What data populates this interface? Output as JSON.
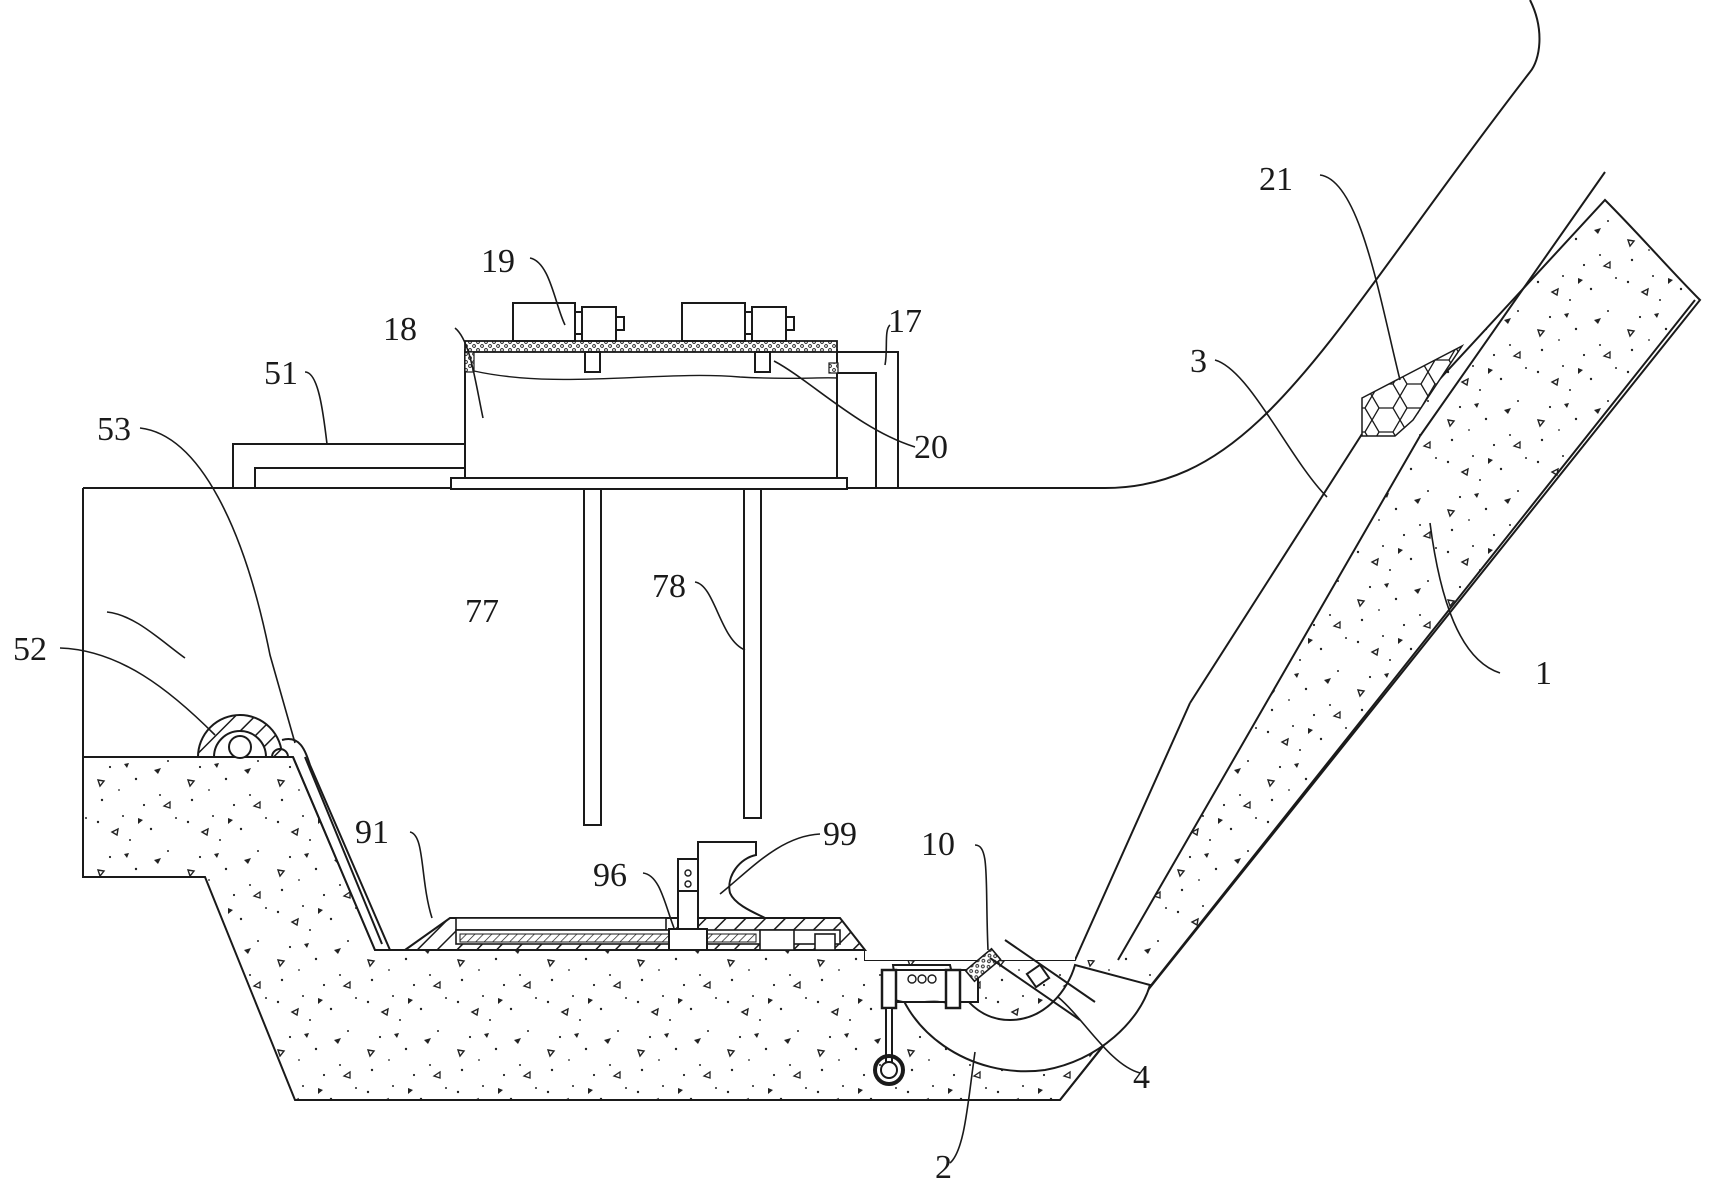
{
  "figure": {
    "type": "patent cross-section drawing",
    "colors": {
      "ink": "#1a1a1a",
      "paper": "#ffffff"
    }
  },
  "labels": [
    {
      "id": "1",
      "text": "1",
      "part": "concrete-slope-lining"
    },
    {
      "id": "2",
      "text": "2",
      "part": "curved-drain-pipe"
    },
    {
      "id": "3",
      "text": "3",
      "part": "inclined-channel"
    },
    {
      "id": "4",
      "text": "4",
      "part": "branch-pipe"
    },
    {
      "id": "10",
      "text": "10",
      "part": "filter-screen"
    },
    {
      "id": "17",
      "text": "17",
      "part": "vertical-pipe"
    },
    {
      "id": "18",
      "text": "18",
      "part": "control-box"
    },
    {
      "id": "19",
      "text": "19",
      "part": "motor"
    },
    {
      "id": "20",
      "text": "20",
      "part": "coupling-block"
    },
    {
      "id": "21",
      "text": "21",
      "part": "gravel-filter"
    },
    {
      "id": "51",
      "text": "51",
      "part": "horizontal-pipe"
    },
    {
      "id": "52",
      "text": "52",
      "part": "pipe-clamp"
    },
    {
      "id": "53",
      "text": "53",
      "part": "hose"
    },
    {
      "id": "77",
      "text": "77",
      "part": "probe-rod-left"
    },
    {
      "id": "78",
      "text": "78",
      "part": "probe-rod-right"
    },
    {
      "id": "91",
      "text": "91",
      "part": "base-housing"
    },
    {
      "id": "96",
      "text": "96",
      "part": "slider"
    },
    {
      "id": "99",
      "text": "99",
      "part": "hook-clamp"
    }
  ]
}
